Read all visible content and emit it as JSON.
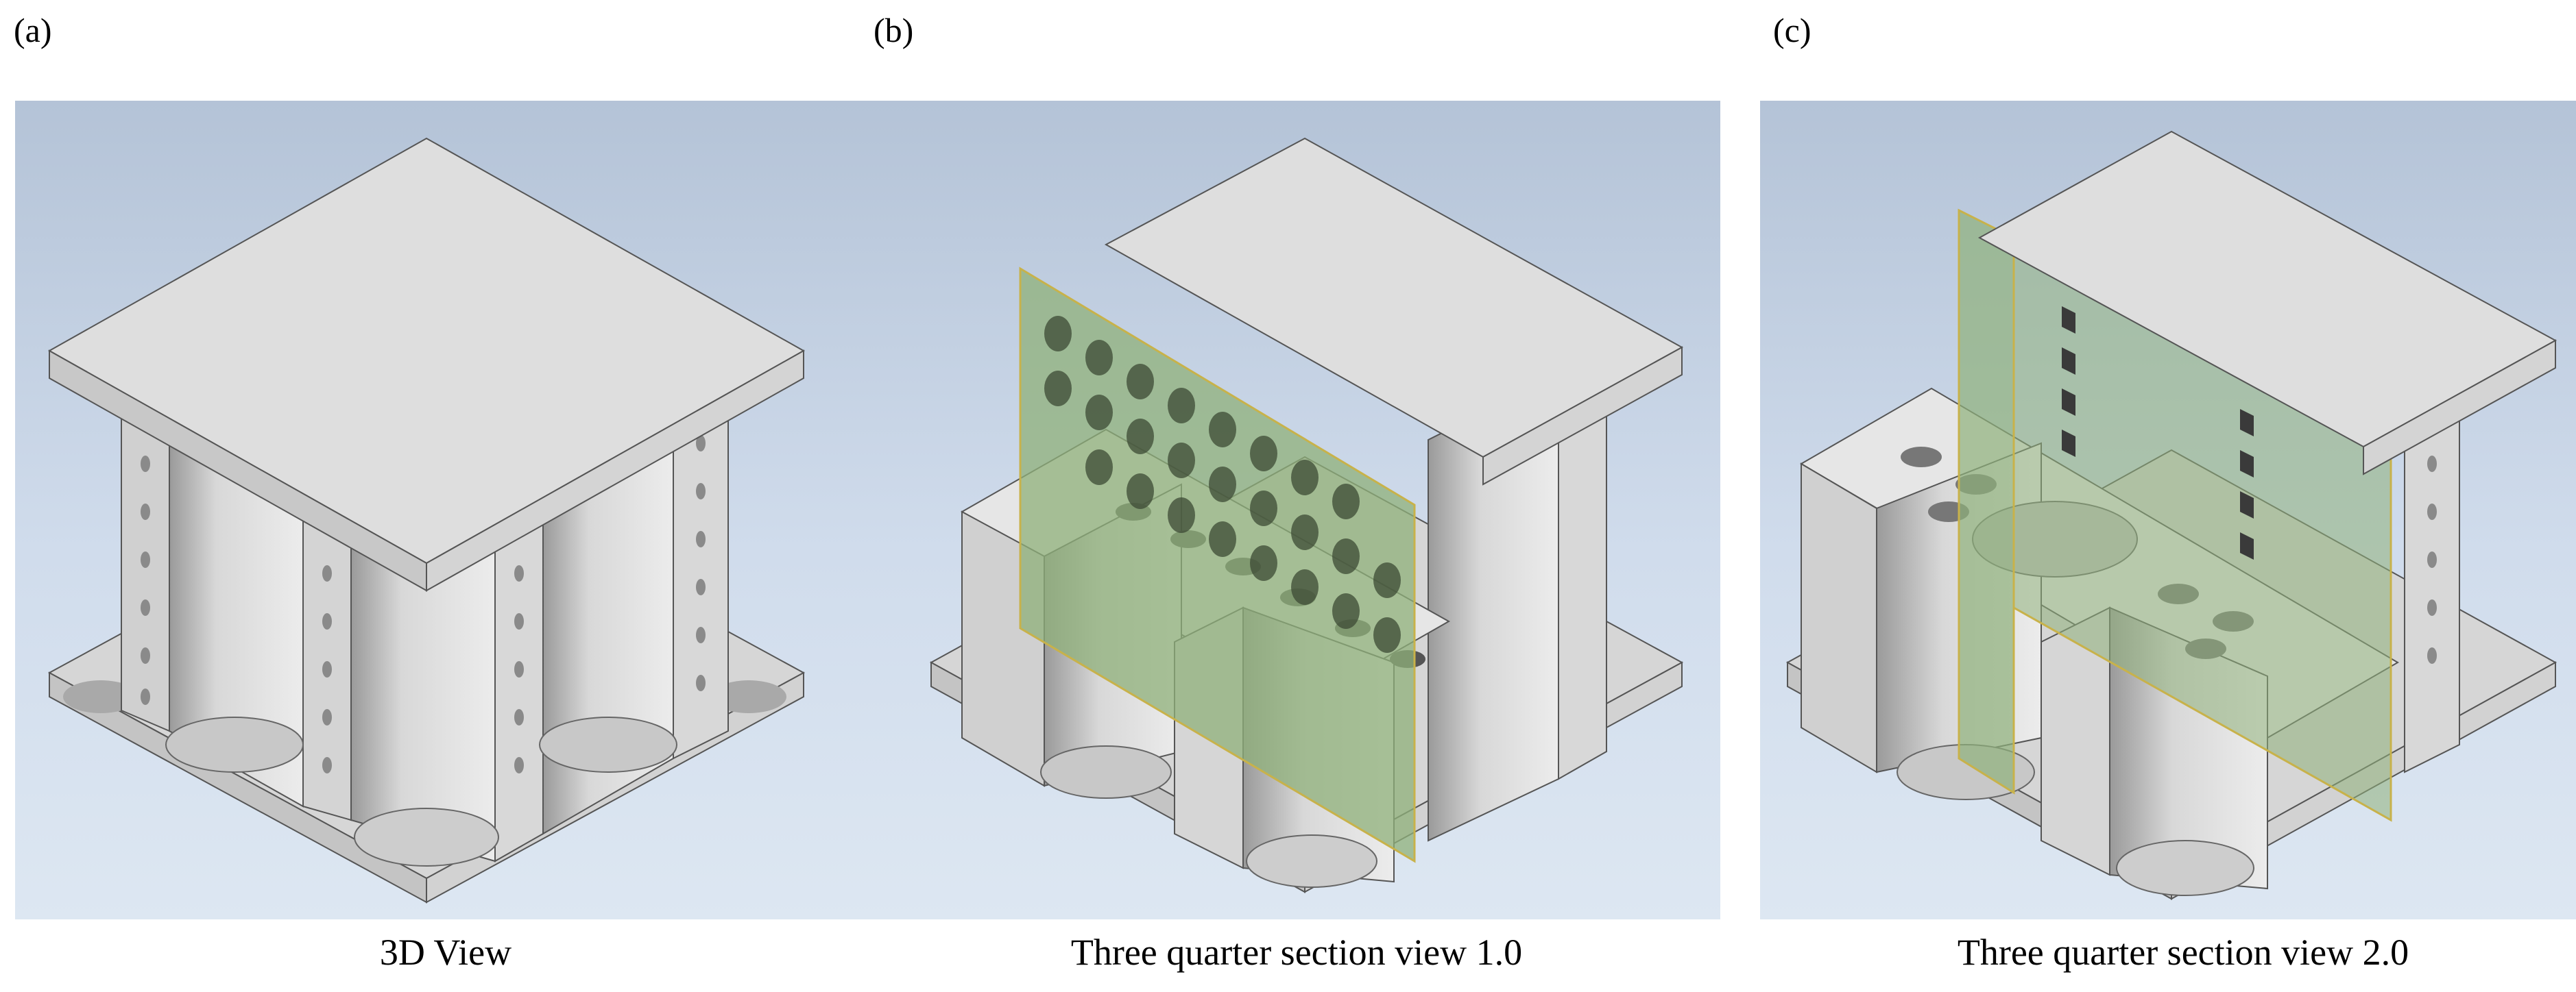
{
  "panels": [
    {
      "letter": "(a)",
      "caption": "3D View"
    },
    {
      "letter": "(b)",
      "caption": "Three quarter section view 1.0"
    },
    {
      "letter": "(c)",
      "caption": "Three quarter section view 2.0"
    }
  ],
  "colors": {
    "background_top": "#b4c3d7",
    "background_bottom": "#dde7f2",
    "part_top": "#dcdcdc",
    "part_side": "#cfcfcf",
    "cavity": "#e2e2e2",
    "section_plane": "#8fb07a",
    "section_plane_edge": "#c8b24a"
  }
}
